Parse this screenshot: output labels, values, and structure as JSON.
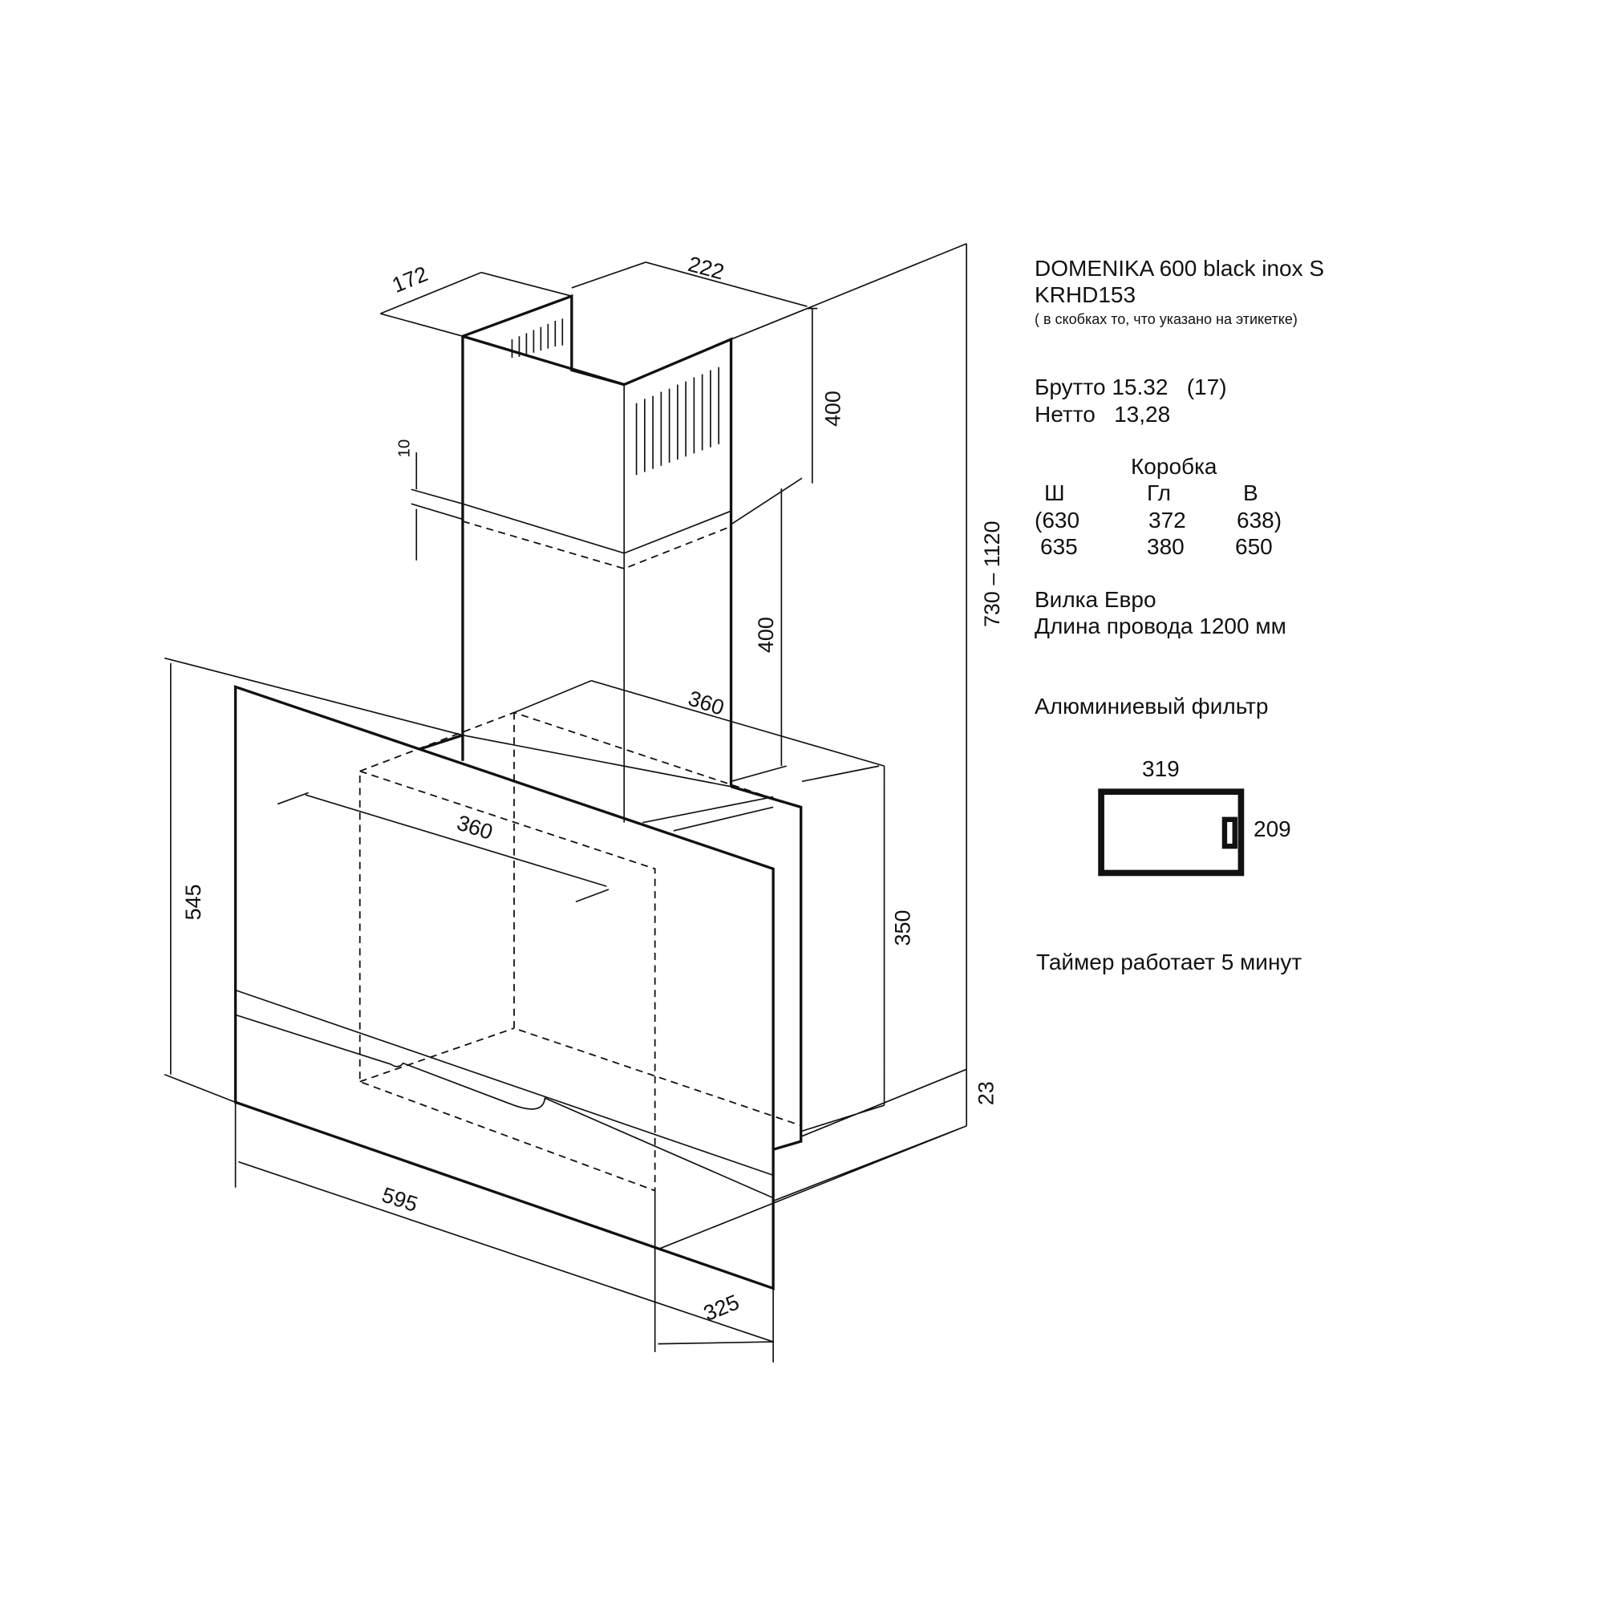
{
  "info": {
    "model": "DOMENIKA 600 black inox S",
    "code": "KRHD153",
    "note": "( в скобках то, что указано на этикетке)",
    "gross": "Брутто 15.32   (17)",
    "net": "Нетто   13,28",
    "box_title": "Коробка",
    "box_headers": [
      "Ш",
      "Гл",
      "В"
    ],
    "box_label_values": [
      "(630",
      "372",
      "638)"
    ],
    "box_values": [
      "635",
      "380",
      "650"
    ],
    "plug": "Вилка Евро",
    "cord": "Длина провода 1200 мм",
    "filter_title": "Алюминиевый фильтр",
    "filter_width": "319",
    "filter_height": "209",
    "timer": "Таймер работает 5 минут"
  },
  "dimensions": {
    "chimney_depth": "172",
    "chimney_width": "222",
    "upper_chimney_height": "400",
    "overlap": "10",
    "lower_chimney_height": "400",
    "total_height": "730 – 1120",
    "inner_depth": "360",
    "inner_width": "360",
    "glass_height": "545",
    "body_height": "350",
    "bottom_offset": "23",
    "width": "595",
    "depth": "325"
  }
}
